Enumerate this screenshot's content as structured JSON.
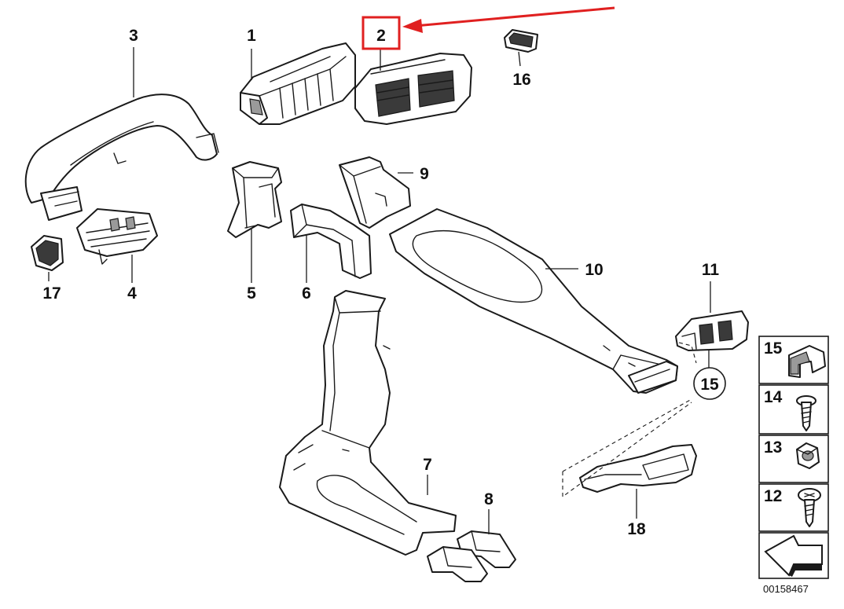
{
  "diagram": {
    "callouts": [
      {
        "id": "c1",
        "label": "1"
      },
      {
        "id": "c2",
        "label": "2"
      },
      {
        "id": "c3",
        "label": "3"
      },
      {
        "id": "c4",
        "label": "4"
      },
      {
        "id": "c5",
        "label": "5"
      },
      {
        "id": "c6",
        "label": "6"
      },
      {
        "id": "c7",
        "label": "7"
      },
      {
        "id": "c8",
        "label": "8"
      },
      {
        "id": "c9",
        "label": "9"
      },
      {
        "id": "c10",
        "label": "10"
      },
      {
        "id": "c11",
        "label": "11"
      },
      {
        "id": "c15",
        "label": "15"
      },
      {
        "id": "c16",
        "label": "16"
      },
      {
        "id": "c17",
        "label": "17"
      },
      {
        "id": "c18",
        "label": "18"
      }
    ],
    "legend": [
      {
        "label": "15",
        "icon": "clip-icon"
      },
      {
        "label": "14",
        "icon": "screw-icon"
      },
      {
        "label": "13",
        "icon": "nut-icon"
      },
      {
        "label": "12",
        "icon": "washer-screw-icon"
      },
      {
        "label": "",
        "icon": "direction-arrow-icon"
      }
    ],
    "diagram_id": "00158467",
    "highlight": {
      "target": "2",
      "color": "#e02020"
    }
  }
}
